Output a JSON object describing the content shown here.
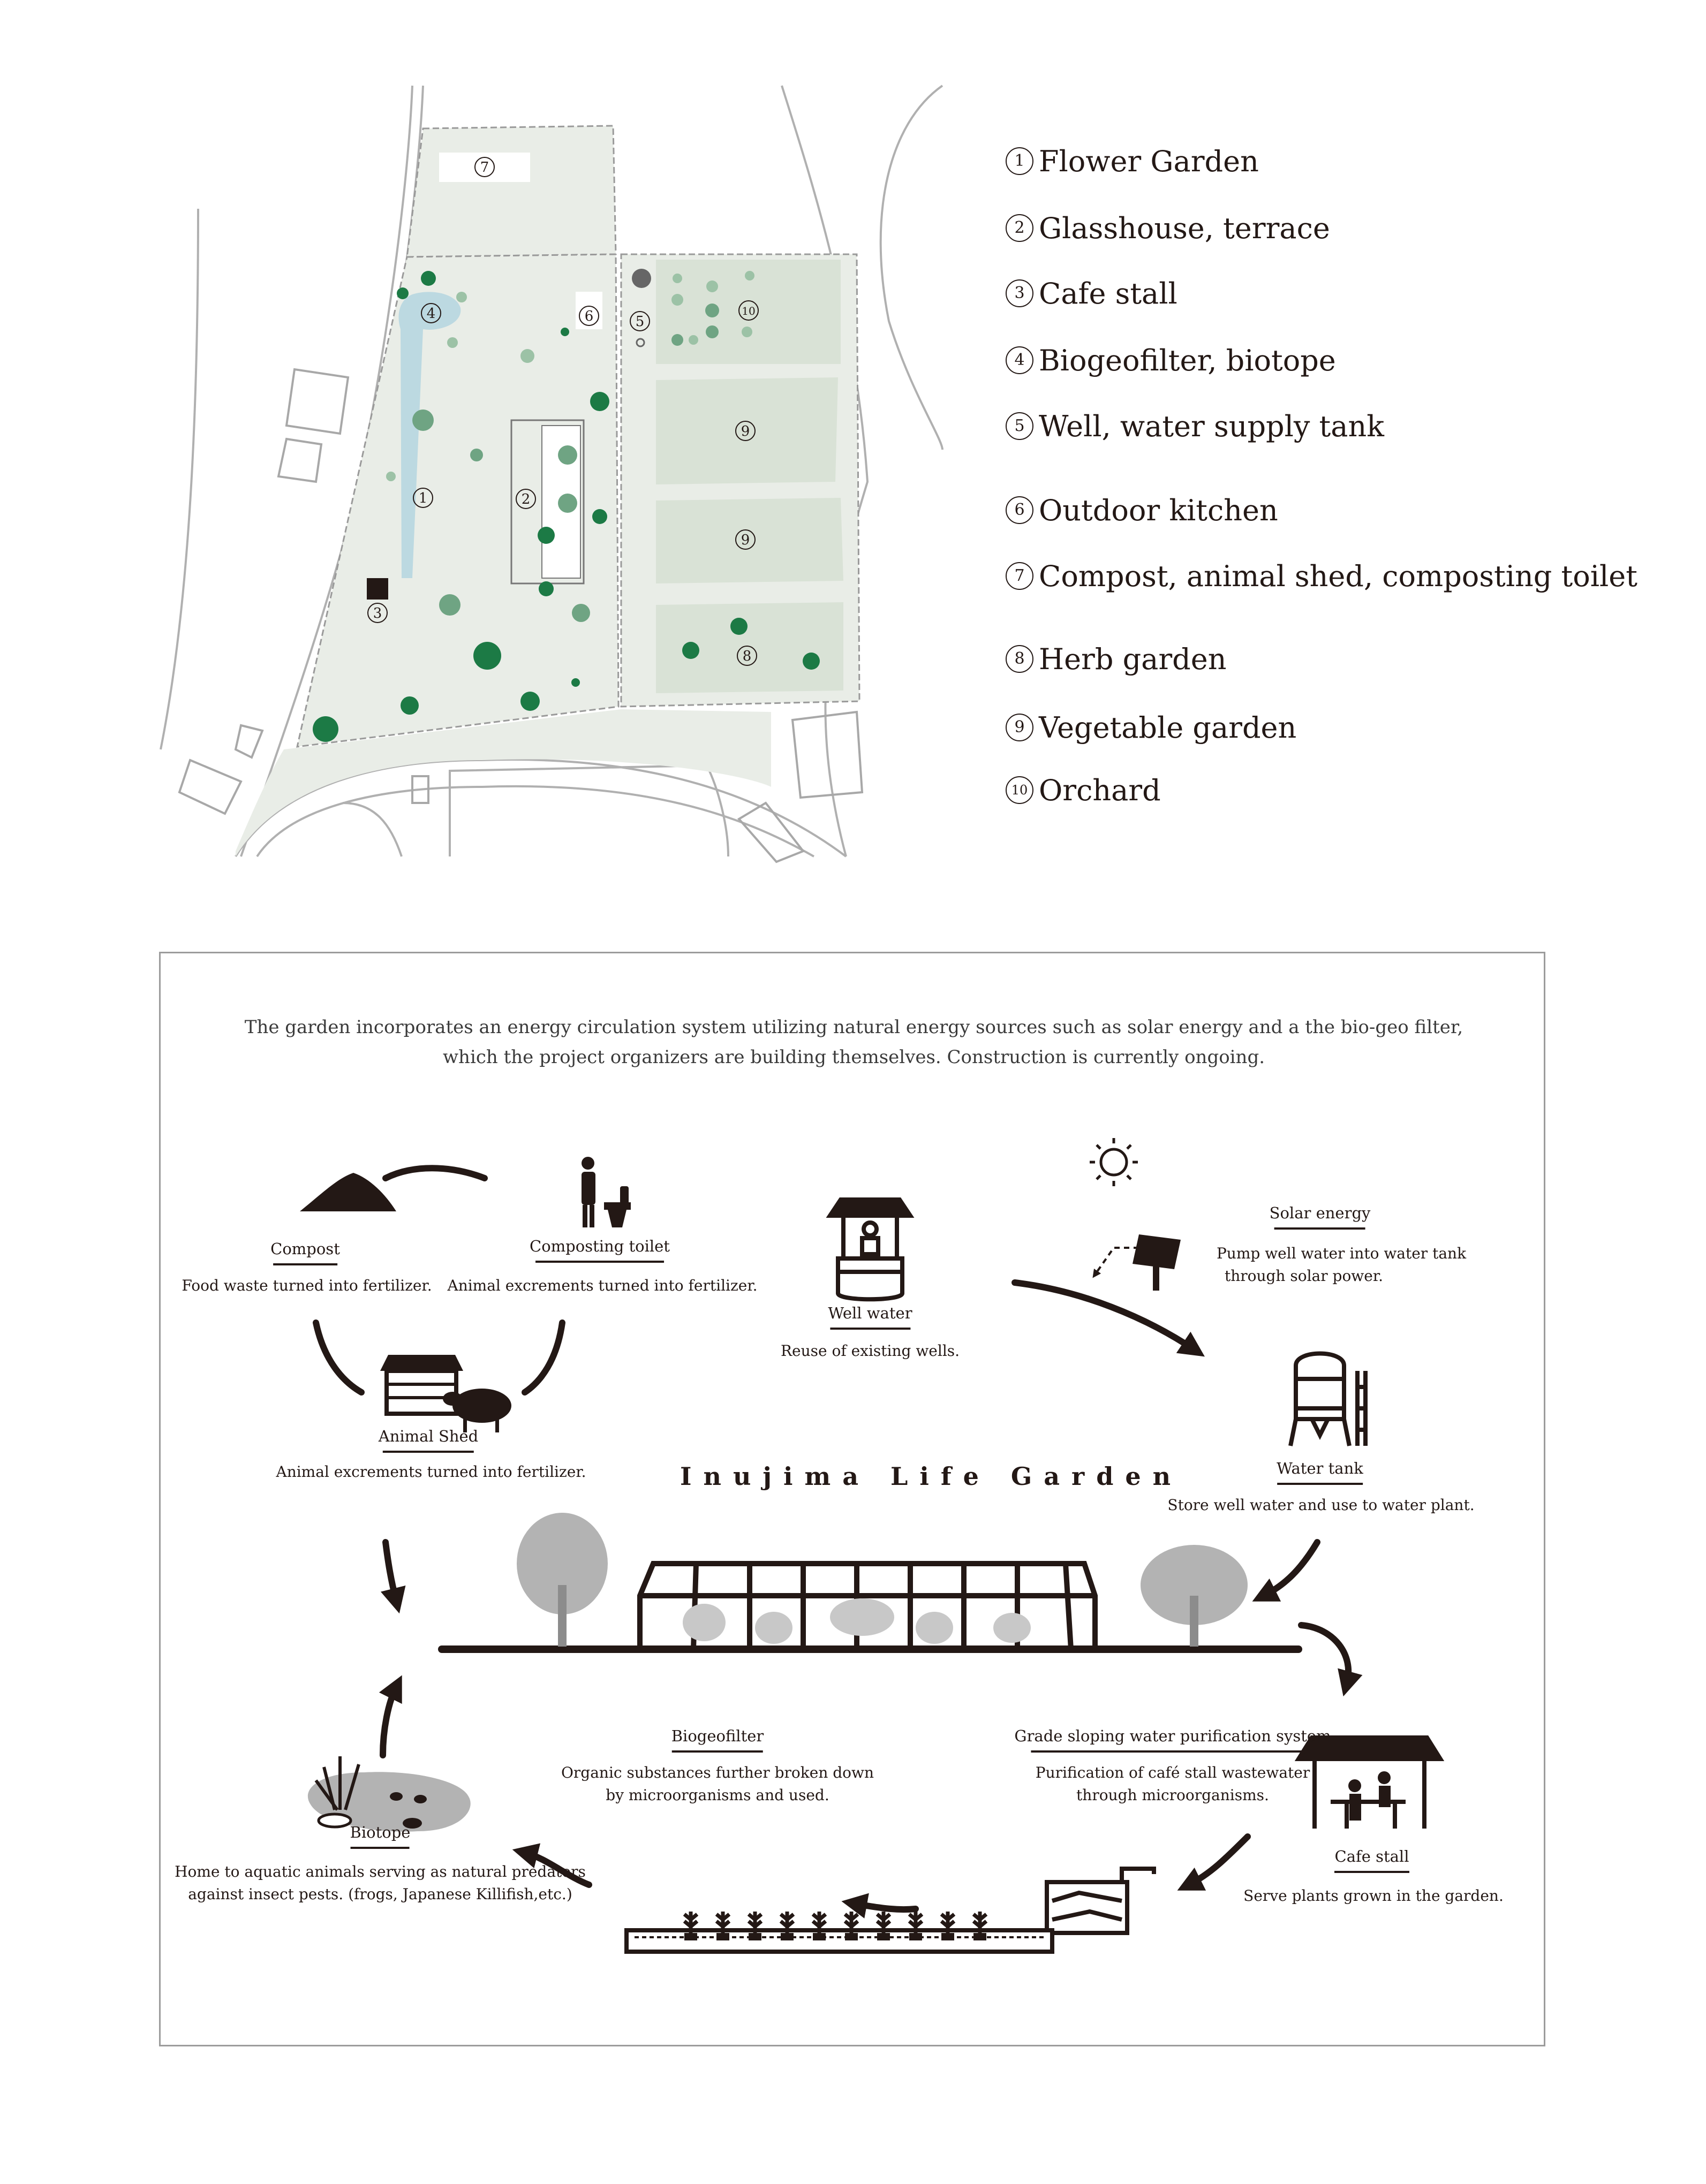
{
  "legend": [
    {
      "num": "1",
      "label": "Flower Garden"
    },
    {
      "num": "2",
      "label": "Glasshouse, terrace"
    },
    {
      "num": "3",
      "label": "Cafe stall"
    },
    {
      "num": "4",
      "label": "Biogeofilter, biotope"
    },
    {
      "num": "5",
      "label": "Well, water supply tank"
    },
    {
      "num": "6",
      "label": "Outdoor kitchen"
    },
    {
      "num": "7",
      "label": "Compost, animal shed, composting toilet"
    },
    {
      "num": "8",
      "label": "Herb garden"
    },
    {
      "num": "9",
      "label": "Vegetable garden"
    },
    {
      "num": "10",
      "label": "Orchard"
    }
  ],
  "map_markers": {
    "m1": "1",
    "m2": "2",
    "m3": "3",
    "m4": "4",
    "m5": "5",
    "m6": "6",
    "m7": "7",
    "m8": "8",
    "m9a": "9",
    "m9b": "9",
    "m10": "10"
  },
  "intro": {
    "line1": "The garden incorporates an energy circulation system utilizing natural energy sources such as solar energy and a the bio-geo filter,",
    "line2": "which the project organizers are building themselves. Construction is currently ongoing."
  },
  "title": "Inujima Life Garden",
  "nodes": {
    "compost": {
      "label": "Compost",
      "desc": "Food waste turned into fertilizer."
    },
    "toilet": {
      "label": "Composting toilet",
      "desc": "Animal excrements turned into fertilizer."
    },
    "shed": {
      "label": "Animal Shed",
      "desc": "Animal excrements turned into fertilizer."
    },
    "well": {
      "label": "Well water",
      "desc": "Reuse of existing wells."
    },
    "solar": {
      "label": "Solar energy",
      "desc1": "Pump well water into water tank",
      "desc2": "through solar power."
    },
    "tank": {
      "label": "Water tank",
      "desc": "Store well water and use to water plant."
    },
    "cafe": {
      "label": "Cafe stall",
      "desc": "Serve plants grown in the garden."
    },
    "grade": {
      "label": "Grade sloping water purification system",
      "desc1": "Purification of café stall wastewater",
      "desc2": "through microorganisms."
    },
    "bio": {
      "label": "Biogeofilter",
      "desc1": "Organic substances further broken down",
      "desc2": "by microorganisms and used."
    },
    "biotope": {
      "label": "Biotope",
      "desc1": "Home to aquatic animals serving as natural predators",
      "desc2": "against insect pests. (frogs, Japanese Killifish,etc.)"
    }
  },
  "colors": {
    "ink": "#231815",
    "field": "#e9ede7",
    "bed": "#d9e2d6",
    "water": "#bcd9e1",
    "green": "#1c7a45",
    "tree": "#b3b3b3"
  }
}
